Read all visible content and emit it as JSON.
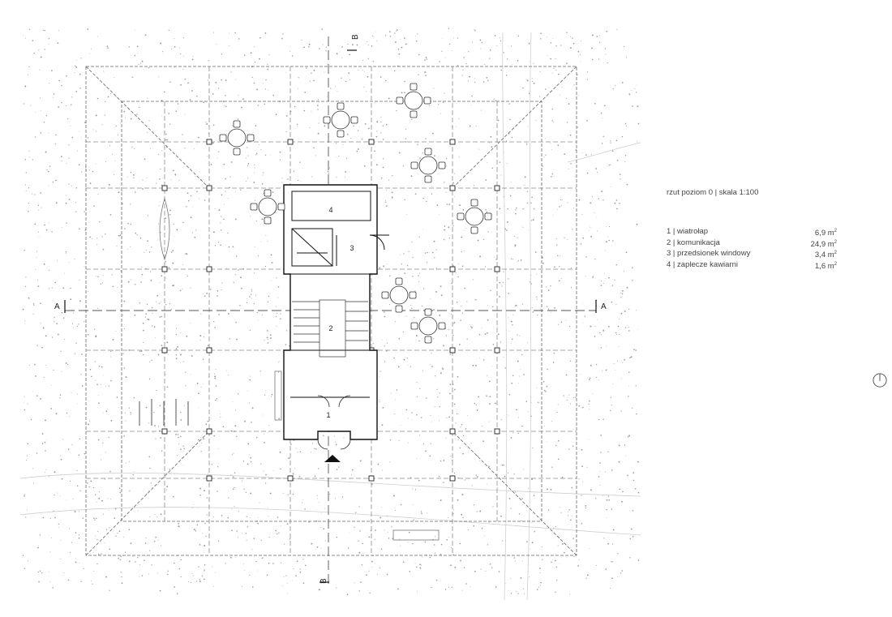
{
  "title": "rzut poziom 0 | skala 1:100",
  "section_marks": {
    "a_left": "A",
    "a_right": "A",
    "b_top": "B",
    "b_bottom": "B"
  },
  "room_numbers": {
    "r1": "1",
    "r2": "2",
    "r3": "3",
    "r4": "4"
  },
  "rooms": [
    {
      "label": "1 | wiatrołap",
      "area": "6,9 m",
      "unit_exp": "2"
    },
    {
      "label": "2 | komunikacja",
      "area": "24,9 m",
      "unit_exp": "2"
    },
    {
      "label": "3 | przedsionek windowy",
      "area": "3,4 m",
      "unit_exp": "2"
    },
    {
      "label": "4 | zaplecze kawiarni",
      "area": "1,6 m",
      "unit_exp": "2"
    }
  ],
  "icons": {
    "north": "north-arrow-icon",
    "entrance": "entrance-arrow-icon"
  },
  "colors": {
    "line": "#555555",
    "wall": "#222222",
    "grid": "#8a8a8a",
    "speckle": "#9a9a9a"
  }
}
